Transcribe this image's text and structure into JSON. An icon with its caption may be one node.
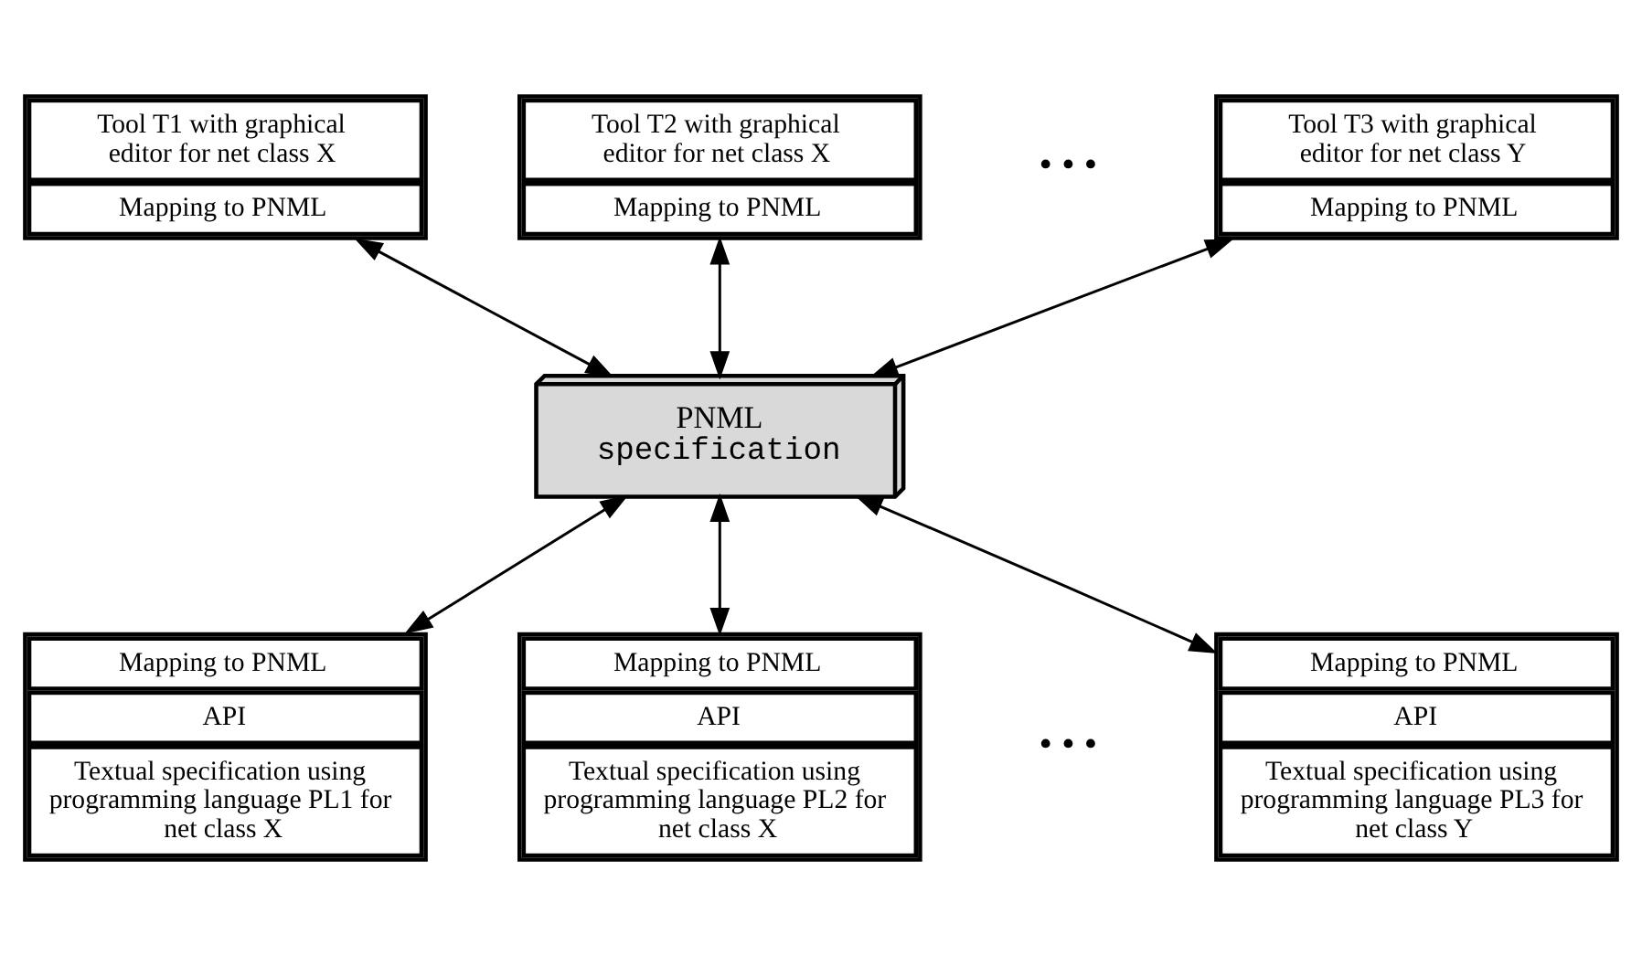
{
  "diagram": {
    "nodes": [
      {
        "text": [
          "Tool T1 with graphical editor for net class X",
          "Mapping to PNML"
        ]
      },
      {
        "text": [
          "Tool T2 with graphical editor for net class X",
          "Mapping to PNML"
        ]
      },
      {
        "text": [
          "Tool T3 with graphical editor for net class Y",
          "Mapping to PNML"
        ]
      },
      {
        "text": [
          "PNML",
          "specification"
        ]
      },
      {
        "text": [
          "Mapping to PNML",
          "API",
          "Textual specification using programming language PL1 for net class X"
        ]
      },
      {
        "text": [
          "Mapping to PNML",
          "API",
          "Textual specification using programming language PL2 for net class X"
        ]
      },
      {
        "text": [
          "Mapping to PNML",
          "API",
          "Textual specification using programming language PL3 for net class Y"
        ]
      }
    ],
    "edges": [
      {
        "from": 0,
        "to": 3,
        "arrow": "both"
      },
      {
        "from": 1,
        "to": 3,
        "arrow": "both"
      },
      {
        "from": 2,
        "to": 3,
        "arrow": "both"
      },
      {
        "from": 3,
        "to": 4,
        "arrow": "both"
      },
      {
        "from": 3,
        "to": 5,
        "arrow": "both"
      },
      {
        "from": 3,
        "to": 6,
        "arrow": "both"
      }
    ],
    "labels": [
      "• • •",
      "• • •"
    ]
  }
}
